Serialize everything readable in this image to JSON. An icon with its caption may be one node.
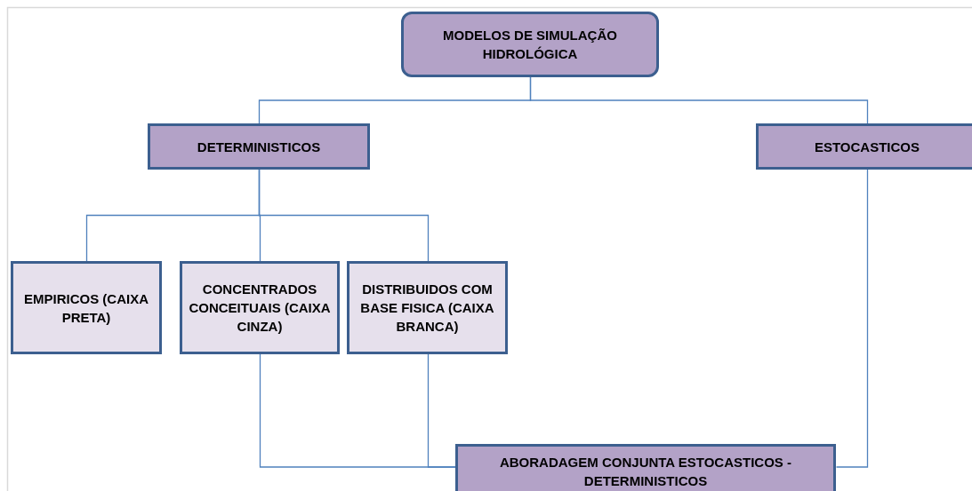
{
  "diagram": {
    "nodes": [
      {
        "text": [
          "MODELOS DE SIMULAÇÃO HIDROLÓGICA"
        ]
      },
      {
        "text": [
          "DETERMINISTICOS"
        ]
      },
      {
        "text": [
          "ESTOCASTICOS"
        ]
      },
      {
        "text": [
          "EMPIRICOS (CAIXA PRETA)"
        ]
      },
      {
        "text": [
          "CONCENTRADOS CONCEITUAIS (CAIXA CINZA)"
        ]
      },
      {
        "text": [
          "DISTRIBUIDOS COM BASE FISICA (CAIXA BRANCA)"
        ]
      },
      {
        "text": [
          "ABORADAGEM CONJUNTA ESTOCASTICOS - DETERMINISTICOS"
        ]
      }
    ],
    "edges": [
      {
        "from": 0,
        "to": 1,
        "arrow": "none"
      },
      {
        "from": 0,
        "to": 2,
        "arrow": "none"
      },
      {
        "from": 1,
        "to": 3,
        "arrow": "none"
      },
      {
        "from": 1,
        "to": 4,
        "arrow": "none"
      },
      {
        "from": 1,
        "to": 5,
        "arrow": "none"
      },
      {
        "from": 4,
        "to": 6,
        "arrow": "none"
      },
      {
        "from": 5,
        "to": 6,
        "arrow": "none"
      },
      {
        "from": 2,
        "to": 6,
        "arrow": "none"
      }
    ]
  }
}
